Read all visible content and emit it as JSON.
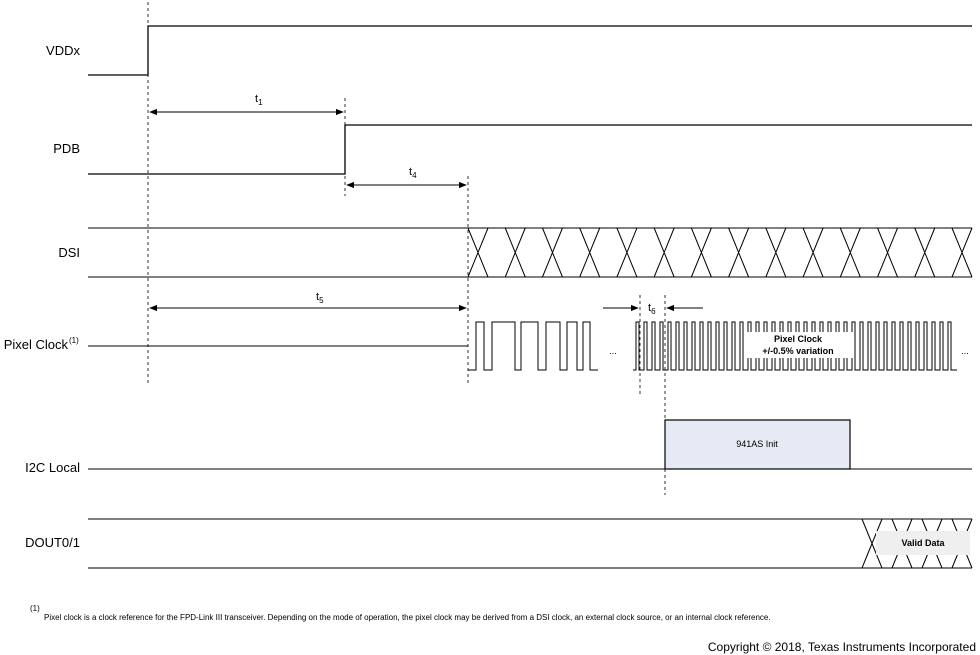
{
  "signals": {
    "vdd": "VDDx",
    "pdb": "PDB",
    "dsi": "DSI",
    "pclk": "Pixel Clock",
    "pclk_sup": "(1)",
    "i2c": "I2C Local",
    "dout": "DOUT0/1"
  },
  "timings": {
    "t1": {
      "base": "t",
      "sub": "1"
    },
    "t4": {
      "base": "t",
      "sub": "4"
    },
    "t5": {
      "base": "t",
      "sub": "5"
    },
    "t6": {
      "base": "t",
      "sub": "6"
    }
  },
  "annotations": {
    "pclk_line1": "Pixel Clock",
    "pclk_line2": "+/-0.5% variation",
    "i2c_box": "941AS Init",
    "dout_box": "Valid Data",
    "ellipsis": "..."
  },
  "footnote": {
    "mark": "(1)",
    "text": "Pixel clock is a clock reference for the FPD-Link III transceiver.  Depending on the mode of operation, the pixel clock may be derived from a DSI clock, an external clock source, or an internal  clock reference."
  },
  "copyright": "Copyright © 2018, Texas Instruments Incorporated",
  "colors": {
    "box_fill": "#e6eaf4",
    "dout_box_fill": "#efefef"
  }
}
